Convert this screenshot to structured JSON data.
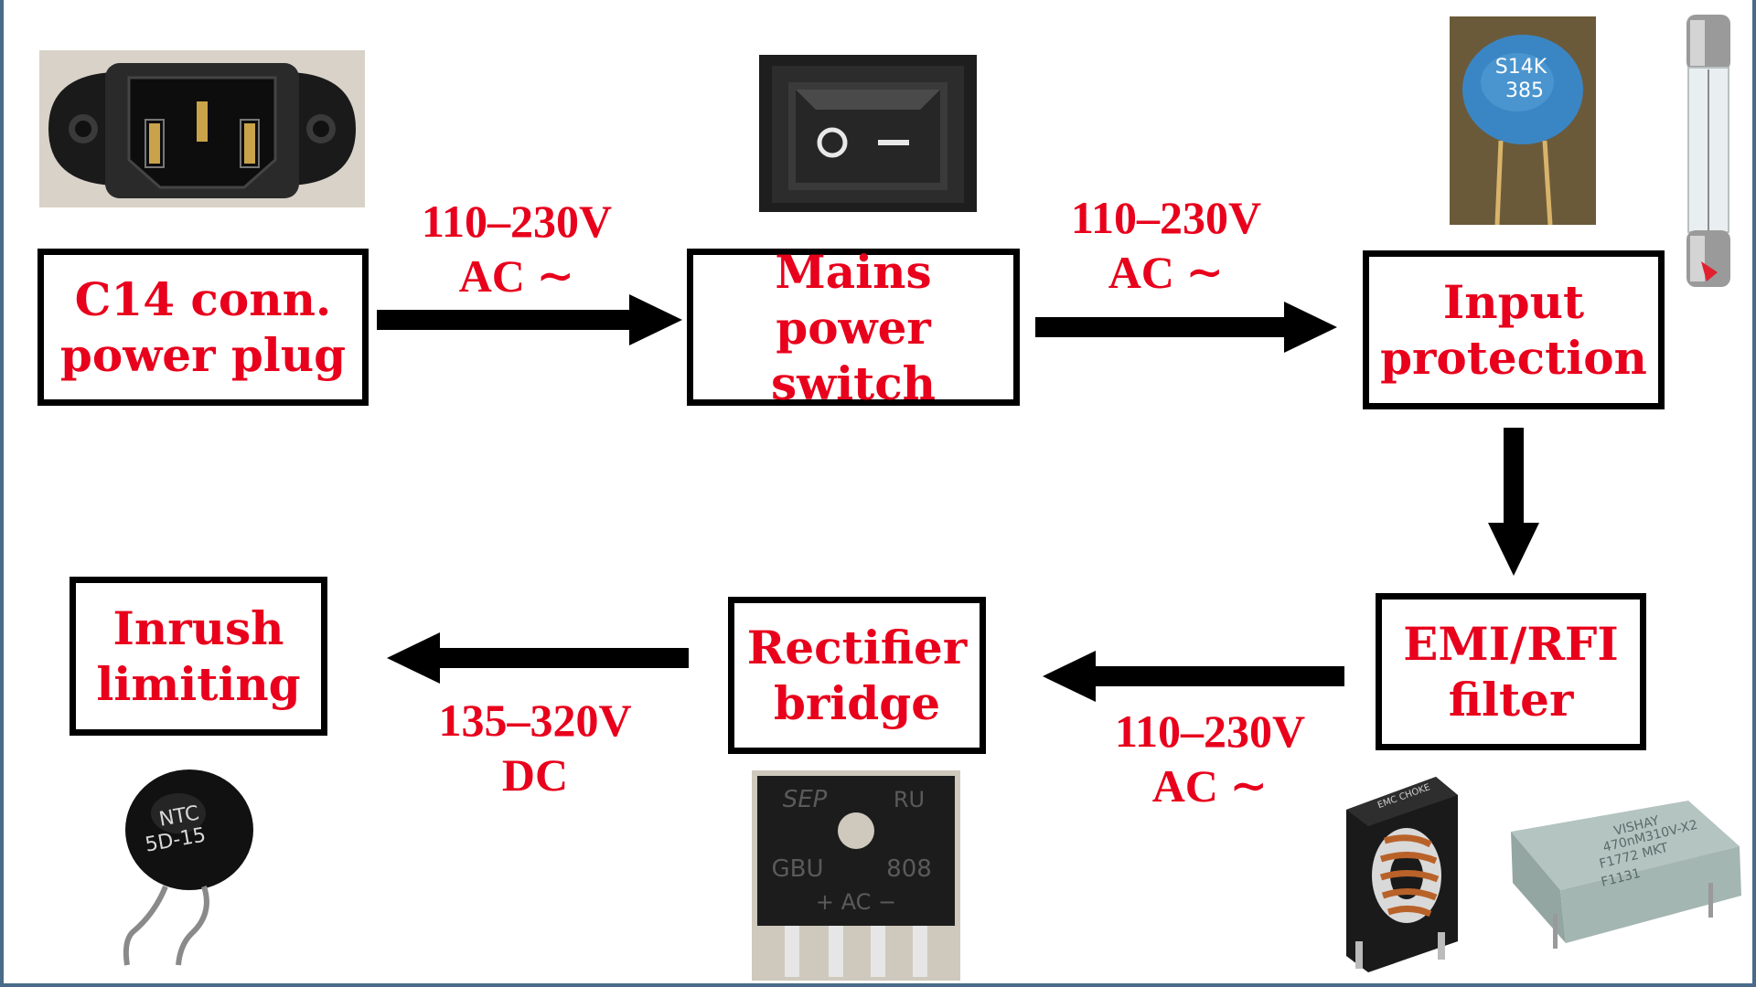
{
  "blocks": {
    "c14": {
      "line1": "C14 conn.",
      "line2": "power plug"
    },
    "switch": {
      "line1": "Mains power",
      "line2": "switch"
    },
    "protection": {
      "line1": "Input",
      "line2": "protection"
    },
    "emi": {
      "line1": "EMI/RFI",
      "line2": "filter"
    },
    "rectifier": {
      "line1": "Rectifier",
      "line2": "bridge"
    },
    "inrush": {
      "line1": "Inrush",
      "line2": "limiting"
    }
  },
  "labels": {
    "plug_to_switch": {
      "line1": "110–230V",
      "line2": "AC ∼"
    },
    "switch_to_protection": {
      "line1": "110–230V",
      "line2": "AC ∼"
    },
    "emi_to_rectifier": {
      "line1": "110–230V",
      "line2": "AC ∼"
    },
    "rectifier_to_inrush": {
      "line1": "135–320V",
      "line2": "DC"
    }
  },
  "photos": {
    "varistor": {
      "line1": "S14K",
      "line2": "385"
    },
    "ntc": {
      "line1": "NTC",
      "line2": "5D-15"
    },
    "bridge": {
      "brand": "SEP",
      "ul": "RU",
      "part": "GBU",
      "number": "808",
      "marks": "+ AC −"
    },
    "x2cap": {
      "line1": "VISHAY",
      "line2": "470nM310V-X2",
      "line3": "F1772 MKT",
      "line4": "F1131"
    },
    "choke": {
      "text": "EMC CHOKE"
    }
  },
  "colors": {
    "label_red": "#e8001c",
    "box_border": "#000000",
    "arrow": "#000000"
  }
}
